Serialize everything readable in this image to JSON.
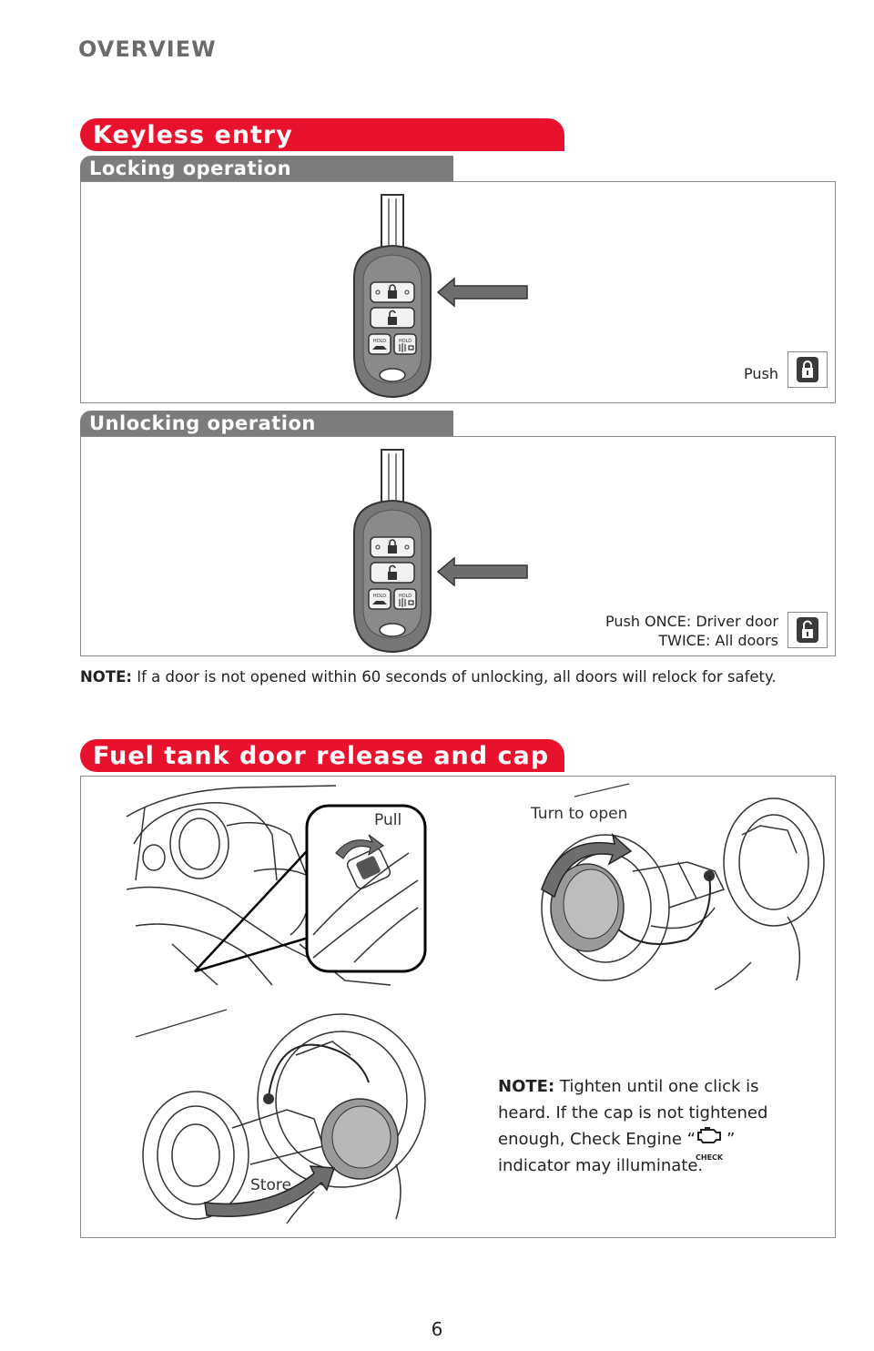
{
  "header": {
    "title": "OVERVIEW"
  },
  "keyless": {
    "banner": "Keyless entry",
    "locking": {
      "title": "Locking operation",
      "push_label": "Push",
      "button_icon": "lock-icon"
    },
    "unlocking": {
      "title": "Unlocking operation",
      "push_line1": "Push ONCE: Driver door",
      "push_line2": "TWICE: All doors",
      "button_icon": "unlock-icon"
    },
    "remote": {
      "hold_label": "HOLD"
    },
    "note_label": "NOTE:",
    "note_text": "If a door is not opened within 60 seconds of unlocking, all doors will relock for safety."
  },
  "fuel": {
    "banner": "Fuel tank door release and cap",
    "pull_label": "Pull",
    "turn_label": "Turn to open",
    "store_label": "Store",
    "note_label": "NOTE:",
    "note_text_1": "Tighten until one click is heard. If the cap is not tightened enough, Check Engine “",
    "check_label": "CHECK",
    "note_text_2": "” indicator may illuminate."
  },
  "footer": {
    "page_number": "6"
  },
  "colors": {
    "accent_red": "#e8122c",
    "bar_gray": "#7c7c7c",
    "arrow_gray": "#6e6e6e"
  }
}
